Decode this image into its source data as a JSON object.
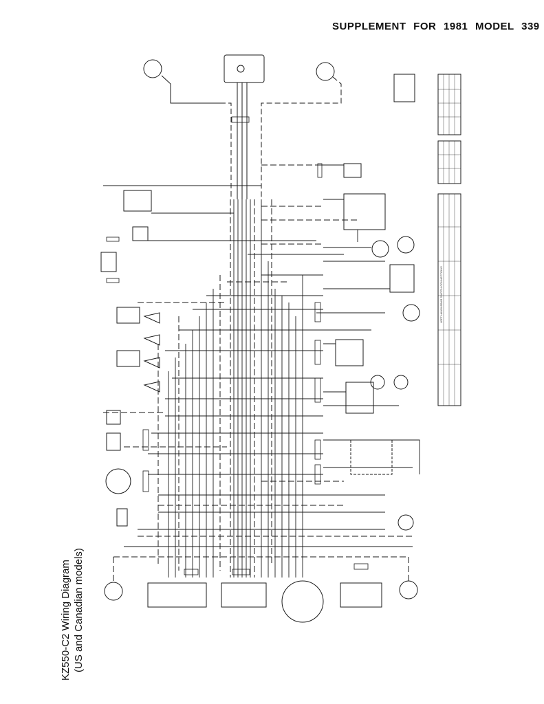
{
  "header": {
    "text": "SUPPLEMENT FOR 1981 MODEL 339"
  },
  "title": {
    "line1": "KZ550-C2  Wiring Diagram",
    "line2": "(US and Canadian models)"
  },
  "tables": {
    "left_handlebar": "LEFT HANDLEBAR SWITCH CONNECTIONS"
  },
  "colors": {
    "ink": "#1a1a1a",
    "paper": "#ffffff"
  }
}
